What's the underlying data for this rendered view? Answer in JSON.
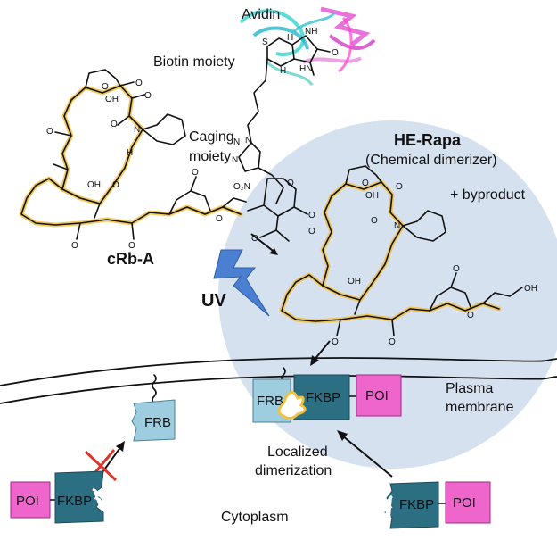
{
  "labels": {
    "avidin": "Avidin",
    "biotin": "Biotin moiety",
    "caging_1": "Caging",
    "caging_2": "moiety",
    "herapa": "HE-Rapa",
    "dimerizer": "(Chemical dimerizer)",
    "byproduct": "+ byproduct",
    "crba": "cRb-A",
    "uv": "UV",
    "plasma_1": "Plasma",
    "plasma_2": "membrane",
    "localized_1": "Localized",
    "localized_2": "dimerization",
    "cytoplasm": "Cytoplasm"
  },
  "proteins": {
    "frb": "FRB",
    "fkbp": "FKBP",
    "poi": "POI"
  },
  "atoms": {
    "O": "O",
    "N": "N",
    "H": "H",
    "S": "S",
    "NH": "NH",
    "OH": "OH",
    "NO2": "O₂N",
    "HN": "HN",
    "OHtail": "OH"
  },
  "colors": {
    "poi": "#ee66cc",
    "fkbp": "#2c6f82",
    "frb": "#9fcde0",
    "glow": "#f1c142",
    "cell_bubble": "#cfdced",
    "uv_bolt": "#4a7fd1",
    "inhibit_x": "#e0332b"
  }
}
